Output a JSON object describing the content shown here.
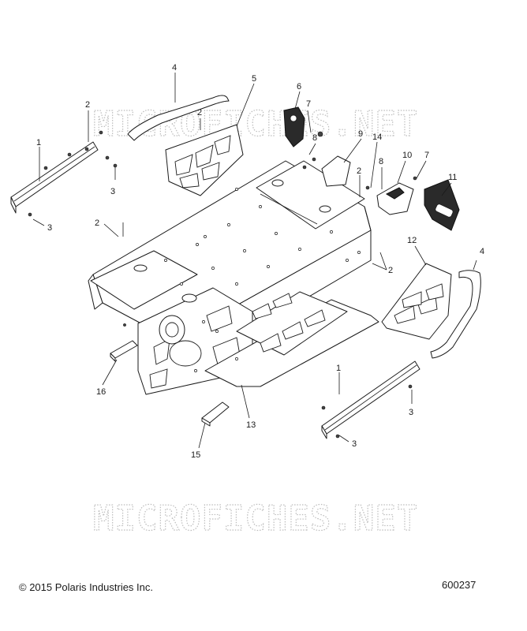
{
  "watermark": "MICROFICHES.NET",
  "callouts": [
    {
      "id": "1a",
      "label": "1"
    },
    {
      "id": "1b",
      "label": "1"
    },
    {
      "id": "2a",
      "label": "2"
    },
    {
      "id": "2b",
      "label": "2"
    },
    {
      "id": "2c",
      "label": "2"
    },
    {
      "id": "2d",
      "label": "2"
    },
    {
      "id": "2e",
      "label": "2"
    },
    {
      "id": "3a",
      "label": "3"
    },
    {
      "id": "3b",
      "label": "3"
    },
    {
      "id": "3c",
      "label": "3"
    },
    {
      "id": "3d",
      "label": "3"
    },
    {
      "id": "4a",
      "label": "4"
    },
    {
      "id": "4b",
      "label": "4"
    },
    {
      "id": "5",
      "label": "5"
    },
    {
      "id": "6",
      "label": "6"
    },
    {
      "id": "7a",
      "label": "7"
    },
    {
      "id": "7b",
      "label": "7"
    },
    {
      "id": "8a",
      "label": "8"
    },
    {
      "id": "8b",
      "label": "8"
    },
    {
      "id": "9",
      "label": "9"
    },
    {
      "id": "10",
      "label": "10"
    },
    {
      "id": "11",
      "label": "11"
    },
    {
      "id": "12",
      "label": "12"
    },
    {
      "id": "13",
      "label": "13"
    },
    {
      "id": "14",
      "label": "14"
    },
    {
      "id": "15",
      "label": "15"
    },
    {
      "id": "16",
      "label": "16"
    }
  ],
  "footer": {
    "copyright": "© 2015 Polaris Industries Inc.",
    "doc_number": "600237"
  }
}
